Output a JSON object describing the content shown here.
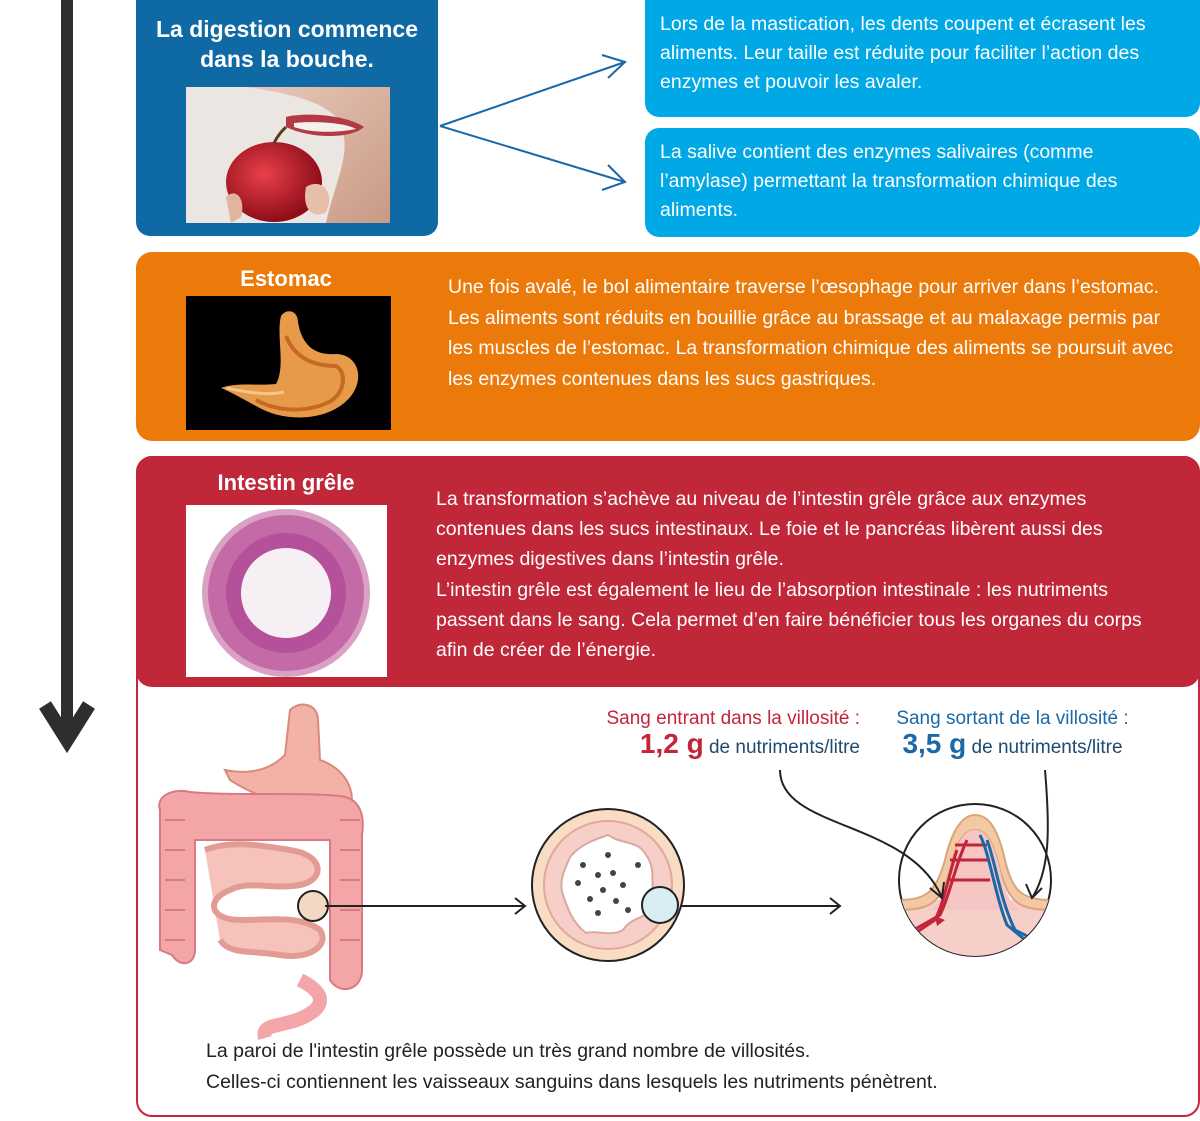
{
  "mouth": {
    "title_line1": "La digestion commence",
    "title_line2": "dans la bouche.",
    "mastication": "Lors de la mastication, les dents coupent et écrasent les aliments. Leur taille est réduite pour faciliter l’action des enzymes et pouvoir les avaler.",
    "saliva": "La salive contient des enzymes salivaires (comme l’amylase) permettant la transformation chimique des aliments."
  },
  "stomach": {
    "title": "Estomac",
    "text": "Une fois avalé, le bol alimentaire traverse l’œsophage pour arriver dans l’estomac. Les aliments sont réduits en bouillie grâce au brassage et au malaxage permis par les muscles de l’estomac. La transformation chimique des aliments se poursuit avec les enzymes contenues dans les sucs gastriques."
  },
  "intestine": {
    "title": "Intestin grêle",
    "text_para1": "La transformation s’achève au niveau de l’intestin grêle grâce aux enzymes contenues dans les sucs intestinaux. Le foie et le pancréas libèrent aussi des enzymes digestives dans l’intestin grêle.",
    "text_para2": "L’intestin grêle est également le lieu de l’absorption intestinale : les nutriments passent dans le sang. Cela permet d’en faire bénéficier tous les organes du corps afin de créer de l’énergie."
  },
  "blood": {
    "in_label": "Sang entrant dans la villosité :",
    "in_value": "1,2 g",
    "in_unit": "de nutriments/litre",
    "out_label": "Sang sortant de la villosité :",
    "out_value": "3,5 g",
    "out_unit": "de nutriments/litre"
  },
  "bottom": {
    "line1": "La paroi de l'intestin grêle possède un très grand nombre de villosités.",
    "line2": "Celles-ci contiennent les vaisseaux sanguins dans lesquels les nutriments pénètrent."
  },
  "colors": {
    "mouth_blue": "#0f69a5",
    "info_cyan": "#00a8e6",
    "stomach_orange": "#ec7a0a",
    "intestine_red": "#c02739",
    "blood_in_red": "#c4243a",
    "blood_out_blue": "#1a68a8"
  },
  "icons": [
    "down-arrow-icon",
    "mouth-apple-photo",
    "stomach-photo",
    "intestine-section-photo",
    "digestive-tract-illustration",
    "intestine-cross-section-illustration",
    "villus-illustration"
  ]
}
